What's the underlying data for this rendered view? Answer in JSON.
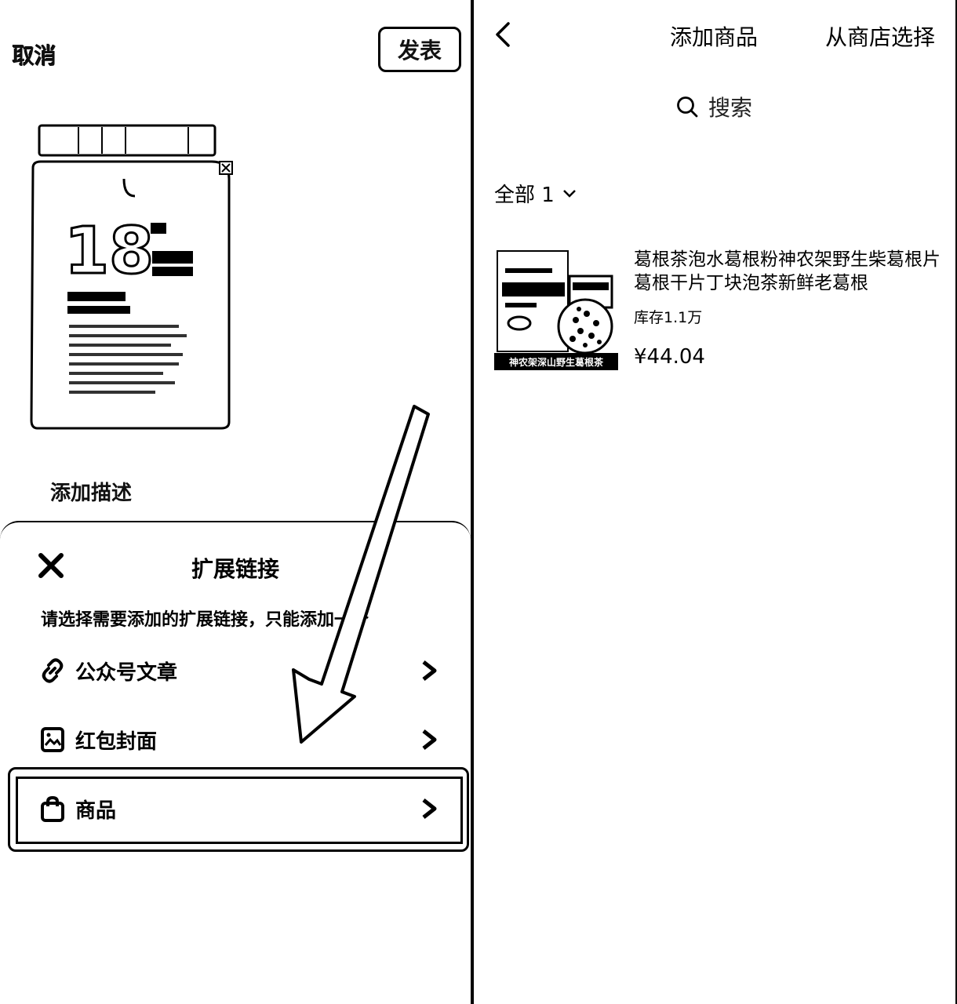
{
  "left": {
    "cancel_label": "取消",
    "publish_label": "发表",
    "product_badge": "18",
    "add_desc_label": "添加描述",
    "sheet": {
      "title": "扩展链接",
      "hint": "请选择需要添加的扩展链接，只能添加一个",
      "items": [
        {
          "label": "公众号文章",
          "icon": "link-icon"
        },
        {
          "label": "红包封面",
          "icon": "image-icon"
        },
        {
          "label": "商品",
          "icon": "bag-icon"
        }
      ]
    }
  },
  "right": {
    "title": "添加商品",
    "action_label": "从商店选择",
    "search_placeholder": "搜索",
    "filter_label": "全部 1",
    "products": [
      {
        "name": "葛根茶泡水葛根粉神农架野生柴葛根片葛根干片丁块泡茶新鲜老葛根",
        "stock": "库存1.1万",
        "price": "¥44.04",
        "thumb_caption": "神农架深山野生葛根茶"
      }
    ]
  }
}
